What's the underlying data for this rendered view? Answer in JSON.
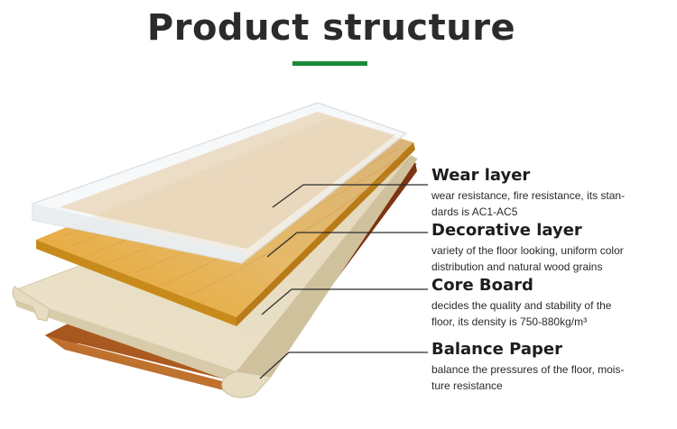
{
  "header": {
    "title": "Product structure",
    "accent_color": "#1a8a3a"
  },
  "layers": [
    {
      "name": "Wear layer",
      "desc_line1": "wear resistance, fire resistance, its stan-",
      "desc_line2": "dards is AC1-AC5"
    },
    {
      "name": "Decorative layer",
      "desc_line1": "variety of the floor looking, uniform color",
      "desc_line2": "distribution and natural wood grains"
    },
    {
      "name": "Core Board",
      "desc_line1": "decides the quality and stability of the",
      "desc_line2": "floor, its density is 750-880kg/m³"
    },
    {
      "name": "Balance Paper",
      "desc_line1": "balance the pressures of the floor, mois-",
      "desc_line2": "ture resistance"
    }
  ],
  "colors": {
    "wear_layer": "#f2f4f6",
    "decor_wood": "#e0b45a",
    "decor_side": "#c98a1c",
    "core_board": "#e9e0c9",
    "balance_paper": "#b8652a",
    "leader_line": "#2b2b2b"
  }
}
